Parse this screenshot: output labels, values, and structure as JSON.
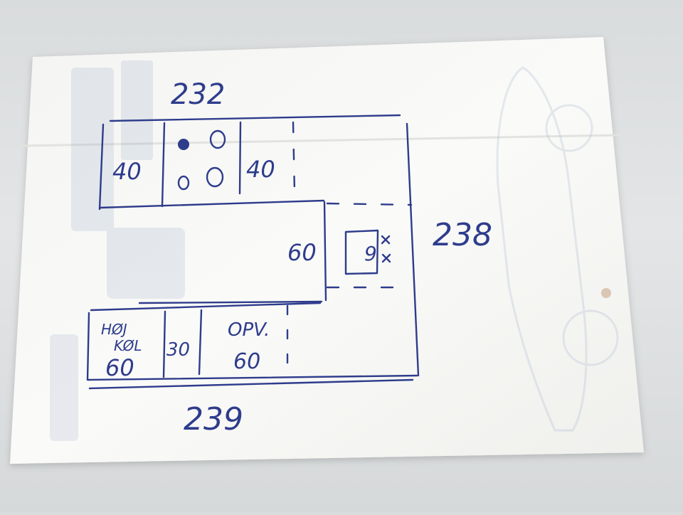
{
  "sketch": {
    "top_dimension": "232",
    "right_dimension": "238",
    "bottom_dimension": "239",
    "top_cabinet_left": "40",
    "top_cabinet_right": "40",
    "middle_depth": "60",
    "bottom_left_line1": "HØJ",
    "bottom_left_line2": "KØL",
    "bottom_left_value": "60",
    "bottom_middle": "30",
    "bottom_right_label": "OPV.",
    "bottom_right_value": "60"
  },
  "colors": {
    "ink": "#2e3c8c",
    "paper": "#f7f7f5",
    "background": "#dde0e1"
  }
}
